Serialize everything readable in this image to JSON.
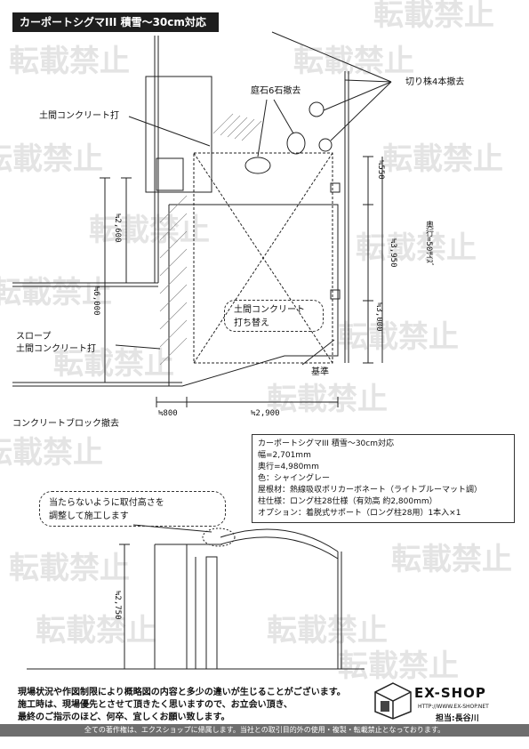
{
  "title": "カーポートシグマIII 積雪～30cm対応",
  "plan": {
    "label_slab": "土間コンクリート打",
    "label_stones": "庭石6石撤去",
    "label_stumps": "切り株4本撤去",
    "label_slab_redo_1": "土間コンクリート",
    "label_slab_redo_2": "打ち替え",
    "label_slope_1": "スロープ",
    "label_slope_2": "土間コンクリート打",
    "label_block": "コンクリートブロック撤去",
    "label_base": "基準",
    "label_depth": "奥行=50ｻｲｽﾞ",
    "dim_550": "≒550",
    "dim_3950": "≒3,950",
    "dim_3000": "≒3,000",
    "dim_2600": "≒2,600",
    "dim_6000": "≒6,000",
    "dim_800": "≒800",
    "dim_2900": "≒2,900"
  },
  "spec": {
    "title": "カーポートシグマIII 積雪～30cm対応",
    "width": "幅=2,701mm",
    "depth": "奥行=4,980mm",
    "color": "色：シャイングレー",
    "roof": "屋根材：熱線吸収ポリカーボネート（ライトブルーマット調）",
    "post": "柱仕様：ロング柱28仕様（有効高 約2,800mm）",
    "option": "オプション：着脱式サポート（ロング柱28用）1本入×1"
  },
  "elevation": {
    "callout_1": "当たらないように取付高さを",
    "callout_2": "調整して施工します",
    "dim_2750": "≒2,750"
  },
  "notes": [
    "現場状況や作図制限により概略図の内容と多少の違いが生じることがございます。",
    "施工時は、現場優先とさせて頂きたく思いますので、お立会い頂き、",
    "最終のご指示のほど、何卒、宜しくお願い致します。"
  ],
  "logo": {
    "name": "EX-SHOP",
    "url": "HTTP://WWW.EX-SHOP.NET",
    "staff": "担当:長谷川"
  },
  "footer": "全ての著作権は、エクスショップに帰属します。当社との取引目的外の使用・複製・転載禁止となっております。",
  "watermark": "転載禁止"
}
